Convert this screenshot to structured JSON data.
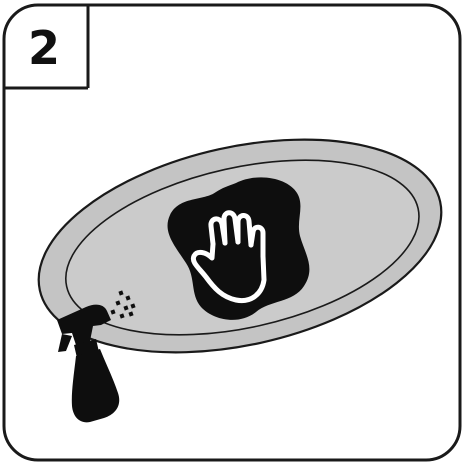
{
  "step": {
    "number": "2"
  },
  "colors": {
    "frame": "#1a1a1a",
    "plate_fill": "#c4c4c4",
    "plate_inner": "#cbcbcb",
    "ink": "#0e0e0e",
    "paper": "#ffffff"
  },
  "icons": {
    "plate": "oval-glass-plate",
    "cloth": "cleaning-cloth-icon",
    "hand": "wiping-hand-icon",
    "spray": "spray-bottle-icon",
    "droplets": "spray-droplets"
  }
}
